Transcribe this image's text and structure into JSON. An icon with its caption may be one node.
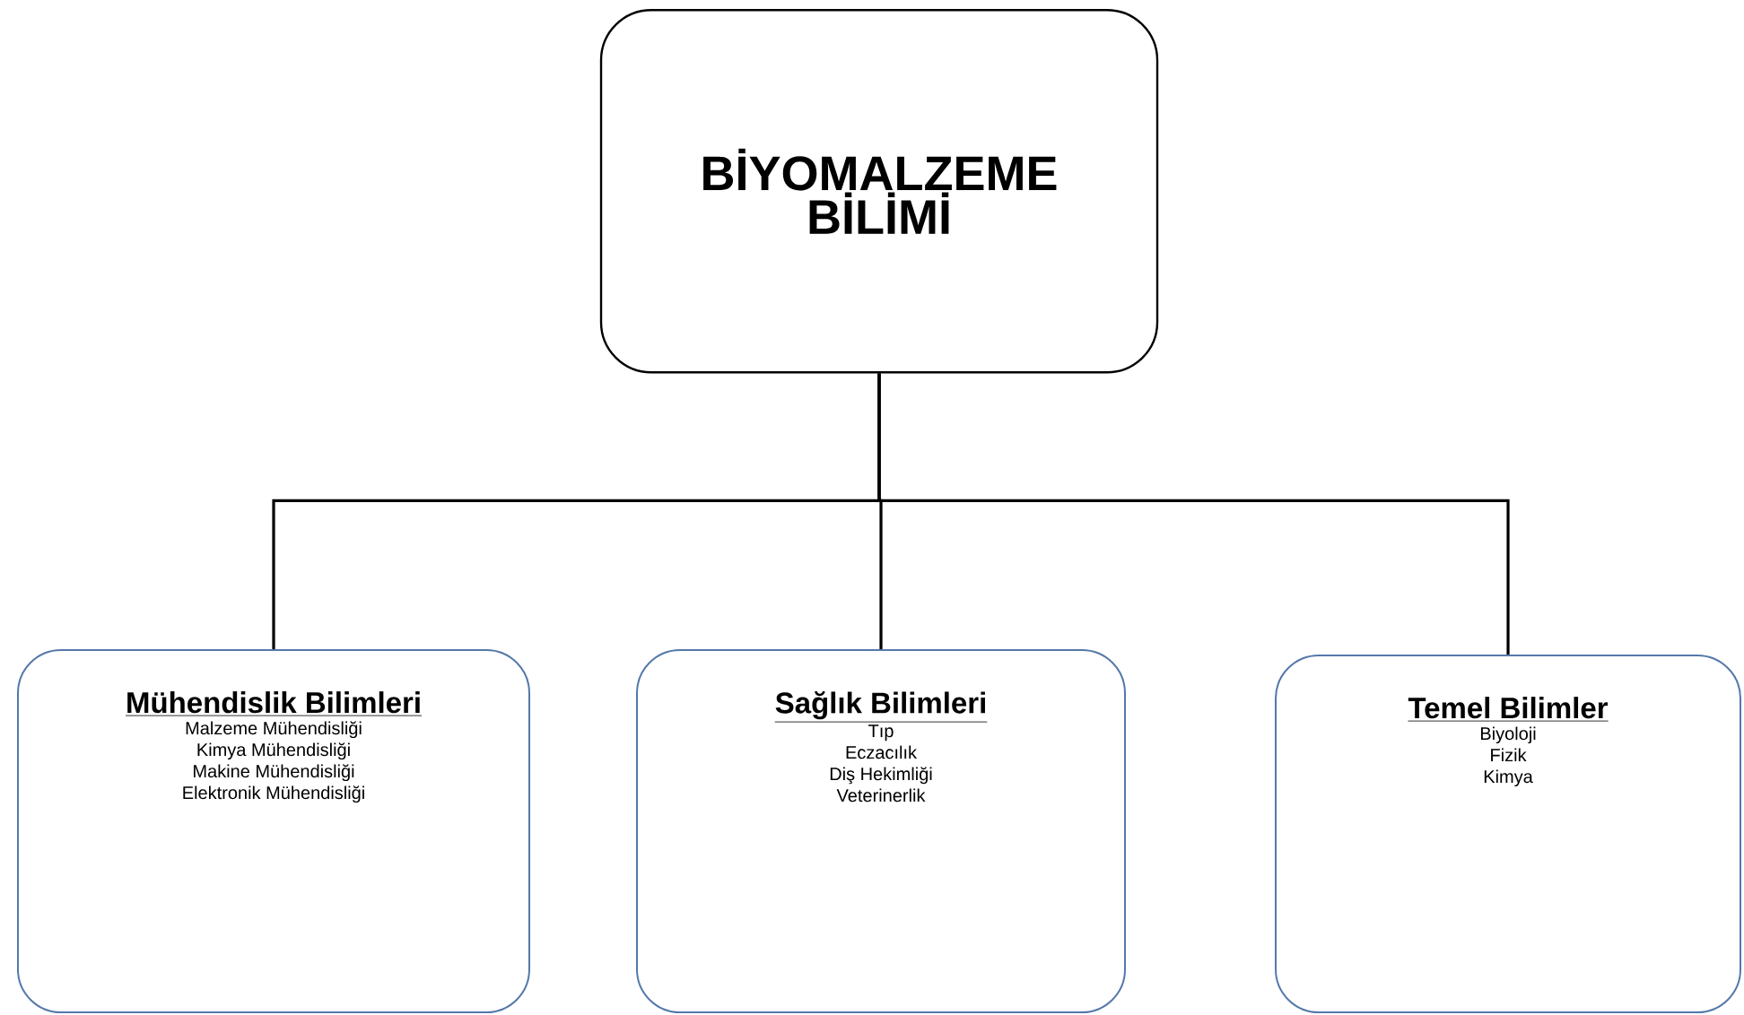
{
  "diagram": {
    "nodes": [
      {
        "text": [
          "BİYOMALZEME BİLİMİ"
        ]
      },
      {
        "text": [
          "Mühendislik Bilimleri",
          "Malzeme Mühendisliği",
          "Kimya Mühendisliği",
          "Makine Mühendisliği",
          "Elektronik Mühendisliği"
        ]
      },
      {
        "text": [
          "Sağlık Bilimleri",
          "Tıp",
          "Eczacılık",
          "Diş Hekimliği",
          "Veterinerlik"
        ]
      },
      {
        "text": [
          "Temel Bilimler",
          "Biyoloji",
          "Fizik",
          "Kimya"
        ]
      }
    ],
    "edges": [
      {
        "from": 0,
        "to": 1,
        "arrow": "none"
      },
      {
        "from": 0,
        "to": 2,
        "arrow": "none"
      },
      {
        "from": 0,
        "to": 3,
        "arrow": "none"
      }
    ]
  }
}
